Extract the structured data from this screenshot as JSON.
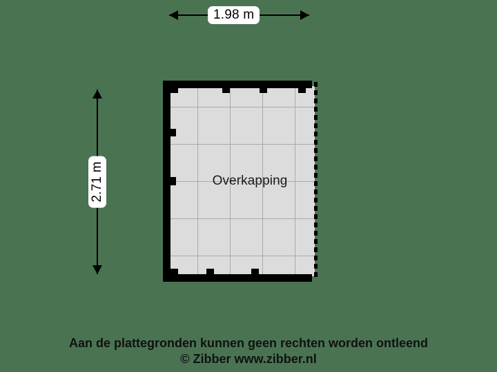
{
  "background_color": "#4a7352",
  "dimensions": {
    "width": {
      "label": "1.98 m",
      "value": 1.98,
      "unit": "m",
      "orientation": "horizontal"
    },
    "height": {
      "label": "2.71 m",
      "value": 2.71,
      "unit": "m",
      "orientation": "vertical"
    }
  },
  "room": {
    "label": "Overkapping",
    "floor_color": "#dcdcdc",
    "grid_line_color": "#a9a9a9",
    "wall_color": "#000000",
    "wall_style": {
      "top": "solid",
      "left": "solid",
      "bottom": "solid",
      "right": "dashed"
    }
  },
  "footer": {
    "line1": "Aan de plattegronden kunnen geen rechten worden ontleend",
    "line2": "© Zibber www.zibber.nl"
  }
}
